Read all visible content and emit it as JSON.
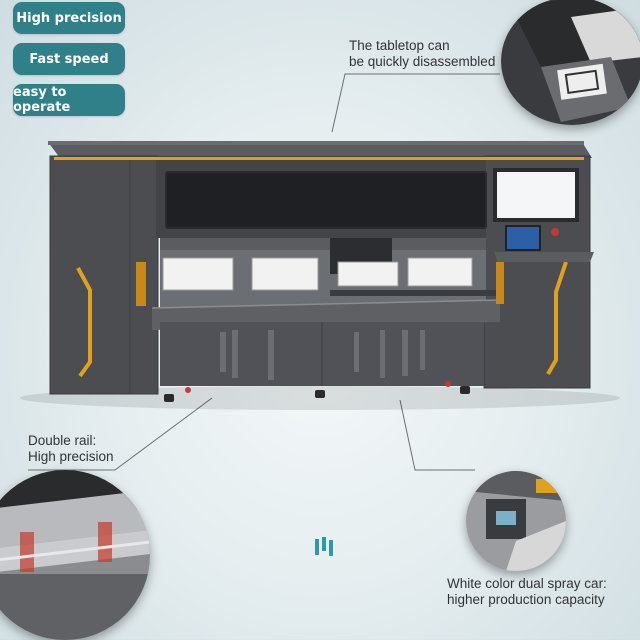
{
  "features": [
    "High precision",
    "Fast speed",
    "easy to operate"
  ],
  "callouts": {
    "tabletop": [
      "The tabletop can",
      "be quickly disassembled"
    ],
    "rail": [
      "Double rail:",
      "High precision"
    ],
    "spray": [
      "White color dual spray car:",
      "higher production capacity"
    ]
  },
  "logo_text": "M",
  "colors": {
    "pill": "#2f8089",
    "machine_body": "#4a4c4f",
    "accent_stripe": "#e0a21c",
    "logo": "#2e9aa6"
  }
}
